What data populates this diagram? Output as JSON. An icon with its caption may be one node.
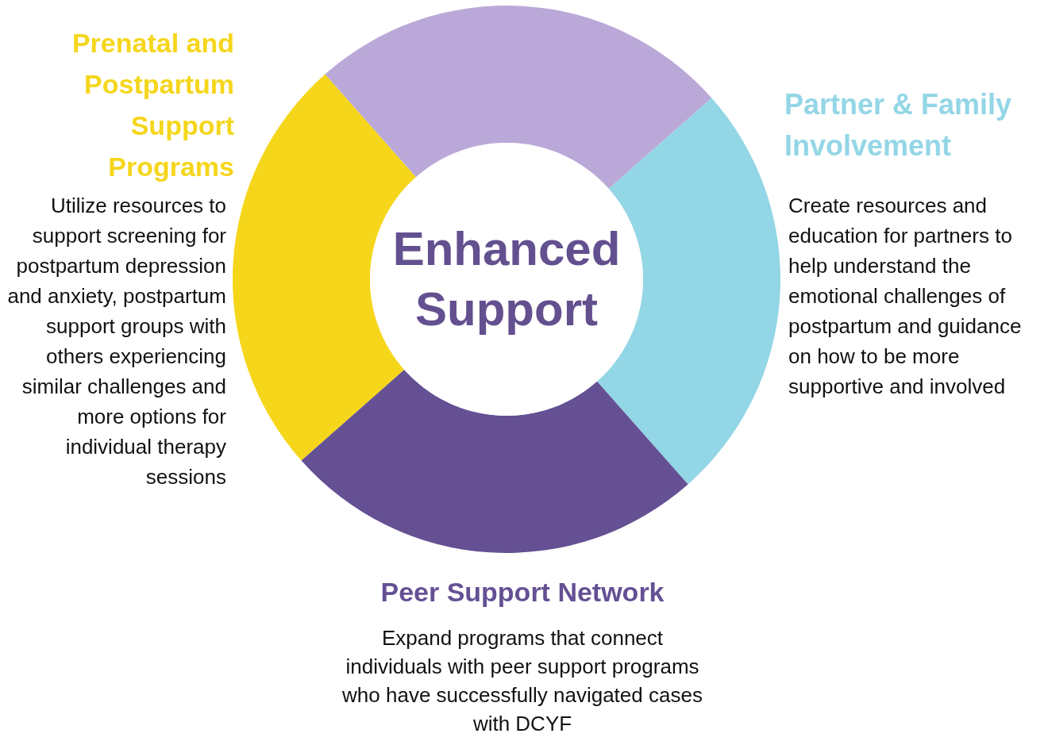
{
  "diagram": {
    "nodes": [
      {
        "text": [
          "Prenatal and Postpartum Support Programs",
          "Utilize resources to support screening for postpartum depression and anxiety, postpartum support groups with others experiencing similar challenges and more options for individual therapy sessions"
        ]
      },
      {
        "text": [],
        "shape": "arc"
      },
      {
        "text": [
          "Partner & Family Involvement",
          "Create resources and education for partners to help understand the emotional challenges of postpartum and guidance on how to be more supportive and involved"
        ]
      },
      {
        "text": [
          "Enhanced Support"
        ]
      },
      {
        "text": [
          "Peer Support Network",
          "Expand programs that connect individuals with peer support programs who have successfully navigated cases with DCYF"
        ]
      }
    ],
    "edges": []
  }
}
